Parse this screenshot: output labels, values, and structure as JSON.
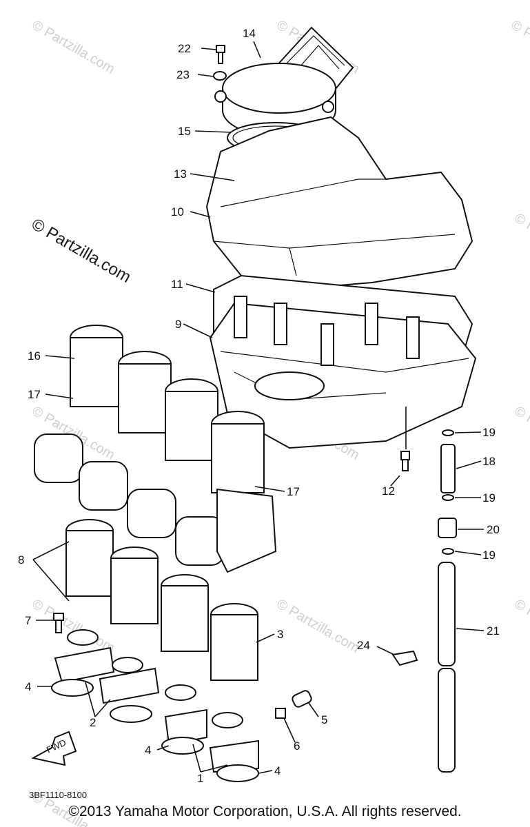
{
  "watermark": {
    "text": "© Partzilla.com",
    "prominent_text": "© Partzilla.com"
  },
  "diagram_code": "3BF1110-8100",
  "fwd_label": "FWD",
  "copyright": "©2013 Yamaha Motor Corporation, U.S.A. All rights reserved.",
  "callouts": {
    "c1": "1",
    "c2": "2",
    "c3": "3",
    "c4a": "4",
    "c4b": "4",
    "c4c": "4",
    "c5": "5",
    "c6": "6",
    "c7": "7",
    "c8": "8",
    "c9": "9",
    "c10": "10",
    "c11": "11",
    "c12": "12",
    "c13": "13",
    "c14": "14",
    "c15": "15",
    "c16": "16",
    "c17a": "17",
    "c17b": "17",
    "c18": "18",
    "c19a": "19",
    "c19b": "19",
    "c19c": "19",
    "c20": "20",
    "c21": "21",
    "c22": "22",
    "c23": "23",
    "c24": "24"
  }
}
